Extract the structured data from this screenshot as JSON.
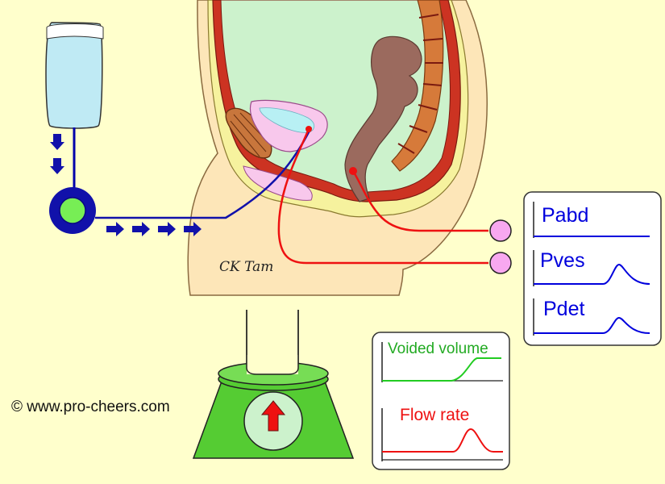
{
  "copyright": "© www.pro-cheers.com",
  "signature": "CK Tam",
  "pressure_panel": {
    "labels": [
      "Pabd",
      "Pves",
      "Pdet"
    ]
  },
  "flow_panel": {
    "voided_volume_label": "Voided volume",
    "flow_rate_label": "Flow rate"
  },
  "colors": {
    "background": "#ffffcc",
    "skin": "#fde6b8",
    "fat": "#f6f29e",
    "muscle": "#cc3322",
    "peritoneum": "#ccf2cc",
    "rectum": "#9b6a5e",
    "bladder": "#f8c8ec",
    "urine": "#b8f0f4",
    "saline_bag": "#bfeaf4",
    "pump": "#1111aa",
    "pump_core": "#77ee55",
    "transducer": "#f8a8f0",
    "uroflow_base": "#55cc33",
    "blue_line": "#0000dd",
    "red_line": "#ee1111",
    "green_line": "#22cc22"
  },
  "icons": [
    "saline-bag-icon",
    "infusion-pump-icon",
    "transducer-icon",
    "uroflowmeter-icon",
    "red-arrow-up-icon",
    "blue-arrow-icon"
  ]
}
